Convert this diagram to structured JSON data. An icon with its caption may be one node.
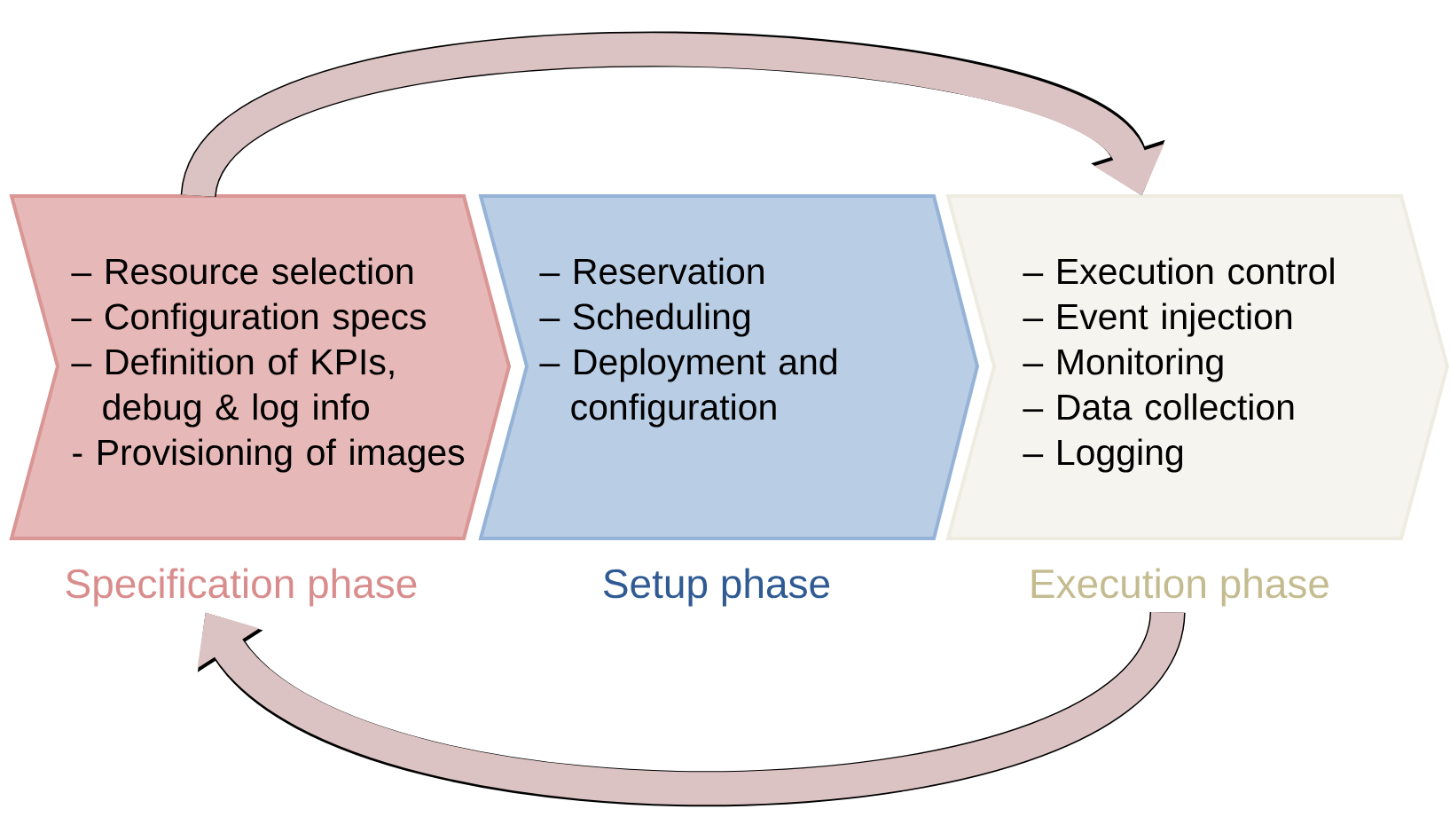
{
  "diagram": {
    "nodes": [
      {
        "text": [
          "– Resource selection",
          "– Configuration specs",
          "– Definition of KPIs, debug & log info",
          "- Provisioning of images",
          "Specification phase"
        ]
      },
      {
        "text": [
          "– Reservation",
          "– Scheduling",
          "– Deployment and configuration",
          "Setup phase"
        ]
      },
      {
        "text": [
          "– Execution control",
          "– Event injection",
          "– Monitoring",
          "– Data collection",
          "– Logging",
          "Execution phase"
        ]
      }
    ],
    "edges": [
      {
        "from": 0,
        "to": 2,
        "arrow": "to"
      },
      {
        "from": 2,
        "to": 0,
        "arrow": "to"
      }
    ]
  }
}
